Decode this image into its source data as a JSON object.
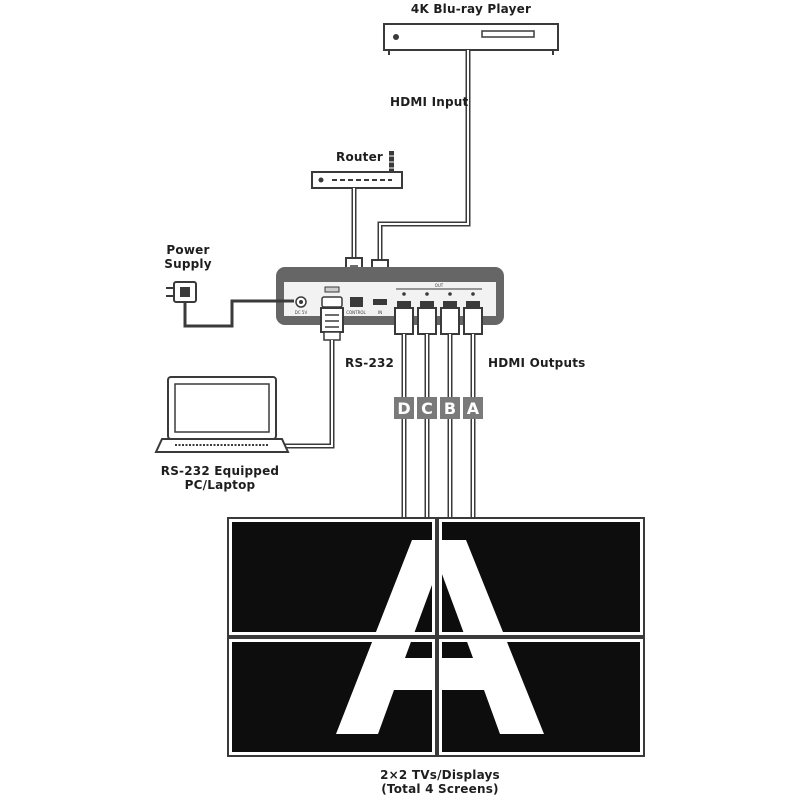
{
  "labels": {
    "player": "4K Blu-ray Player",
    "hdmi_input": "HDMI Input",
    "router": "Router",
    "power_supply_line1": "Power",
    "power_supply_line2": "Supply",
    "rs232": "RS-232",
    "hdmi_outputs": "HDMI Outputs",
    "pc_line1": "RS-232 Equipped",
    "pc_line2": "PC/Laptop",
    "displays_line1": "2×2 TVs/Displays",
    "displays_line2": "(Total 4 Screens)"
  },
  "device_panel": {
    "dc_in": "DC 5V",
    "control": "CONTROL",
    "input": "IN",
    "out": "OUT"
  },
  "output_tags": [
    "D",
    "C",
    "B",
    "A"
  ],
  "display_letter": "A",
  "colors": {
    "line": "#3a3a3a",
    "device_shell": "#666666",
    "device_face": "#f2f2f2",
    "screen": "#0d0d0d",
    "tag_bg": "#7a7a7a",
    "tag_text": "#ffffff"
  }
}
